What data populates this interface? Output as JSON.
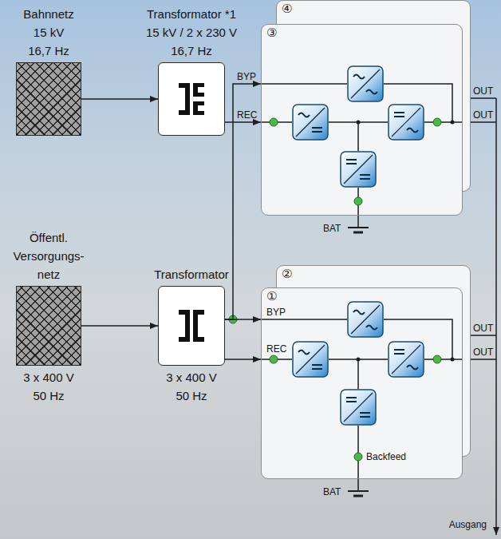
{
  "diagram": {
    "nodes": [
      {
        "text": [
          "Bahnnetz",
          "15 kV",
          "16,7 Hz"
        ]
      },
      {
        "text": [
          "Transformator *1",
          "15 kV / 2 x 230 V",
          "16,7 Hz"
        ]
      },
      {
        "text": [
          "④"
        ]
      },
      {
        "text": [
          "③"
        ]
      },
      {
        "text": [
          "Öffentl. Versorgungs- netz",
          "3 x 400 V",
          "50 Hz"
        ]
      },
      {
        "text": [
          "Transformator",
          "3 x 400 V",
          "50 Hz"
        ]
      },
      {
        "text": [
          "②"
        ]
      },
      {
        "text": [
          "①"
        ]
      }
    ],
    "edges": [
      {
        "from": 0,
        "to": 1,
        "arrow": "to"
      },
      {
        "from": 1,
        "to": 3,
        "arrow": "to"
      },
      {
        "from": 5,
        "to": 3,
        "arrow": "to"
      },
      {
        "from": 4,
        "to": 5,
        "arrow": "to"
      },
      {
        "from": 5,
        "to": 7,
        "arrow": "to"
      },
      {
        "from": 5,
        "to": 7,
        "arrow": "to"
      }
    ],
    "labels": [
      "BYP",
      "REC",
      "OUT",
      "OUT",
      "BAT",
      "BYP",
      "REC",
      "OUT",
      "OUT",
      "Backfeed",
      "BAT",
      "Ausgang"
    ]
  }
}
